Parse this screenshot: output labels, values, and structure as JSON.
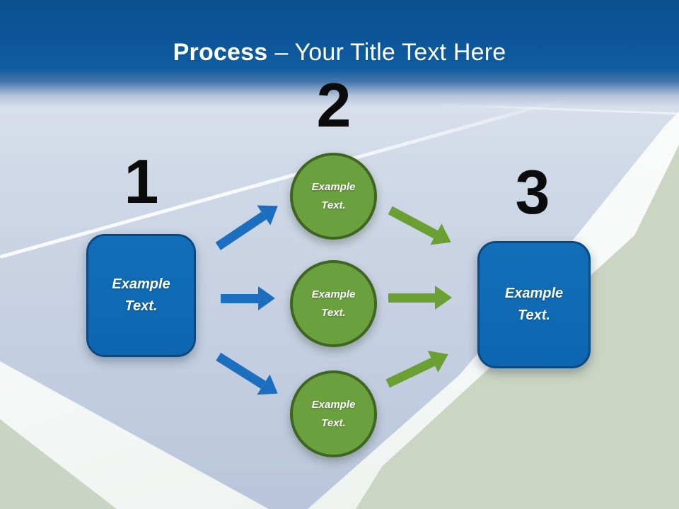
{
  "title": {
    "bold_part": "Process",
    "regular_part": "– Your Title Text Here"
  },
  "diagram": {
    "steps": [
      {
        "number": "1"
      },
      {
        "number": "2"
      },
      {
        "number": "3"
      }
    ],
    "start_box": {
      "label": "Example Text."
    },
    "middle_circles": [
      {
        "label": "Example Text."
      },
      {
        "label": "Example Text."
      },
      {
        "label": "Example Text."
      }
    ],
    "end_box": {
      "label": "Example Text."
    }
  },
  "colors": {
    "header_blue": "#0b5597",
    "title_white": "#ffffff",
    "number_black": "#0b0b0b",
    "box_blue": "#0e66b0",
    "box_border": "#0a4a82",
    "circle_green": "#6ba03e",
    "circle_border": "#3f6522",
    "arrow_blue": "#1c6fbe",
    "arrow_green": "#69a031",
    "court_blue": "#c8d2e3",
    "court_green": "#cbd5c1",
    "line_white": "#f3f7f5"
  }
}
